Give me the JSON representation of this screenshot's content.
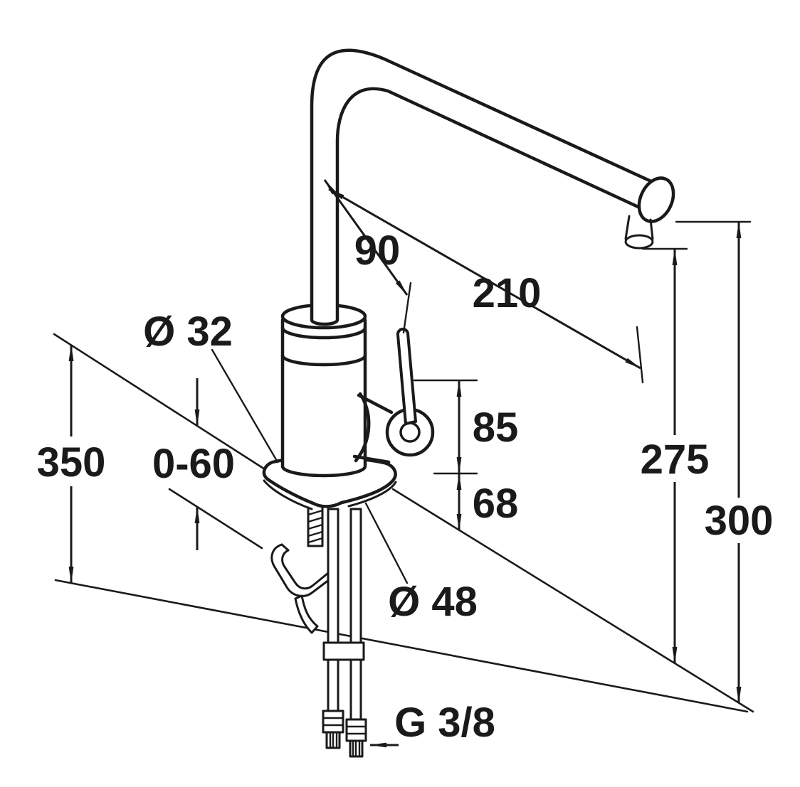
{
  "drawing": {
    "colors": {
      "line": "#1a1a1a",
      "background": "#ffffff"
    },
    "labels": {
      "dim_90": "90",
      "dim_210": "210",
      "dia_32": "Ø 32",
      "dim_350": "350",
      "dim_0_60": "0-60",
      "dim_85": "85",
      "dim_68": "68",
      "dim_275": "275",
      "dim_300": "300",
      "dia_48": "Ø 48",
      "thread": "G 3/8"
    }
  }
}
